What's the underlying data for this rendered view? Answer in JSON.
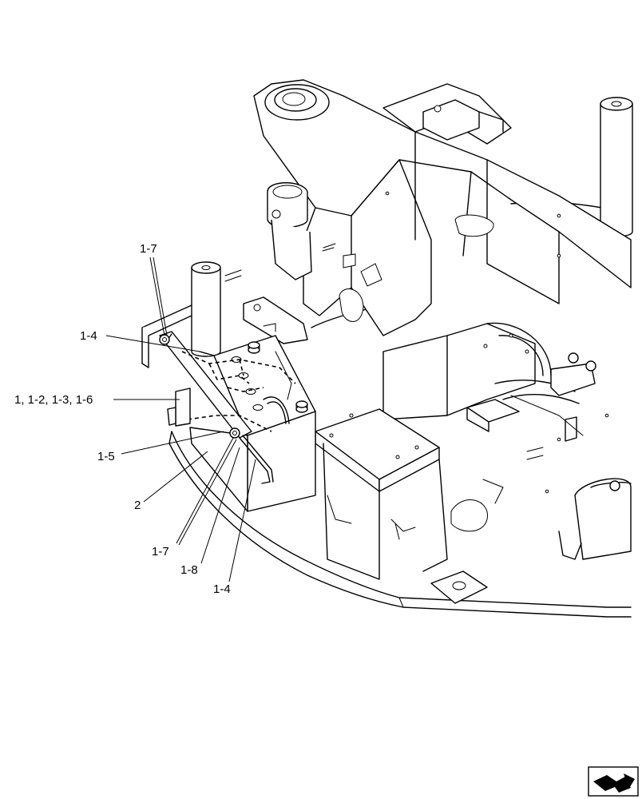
{
  "callouts": {
    "c_1_7_top": "1-7",
    "c_1_4_top": "1-4",
    "c_group": "1, 1-2, 1-3, 1-6",
    "c_1_5": "1-5",
    "c_2": "2",
    "c_1_7_bottom": "1-7",
    "c_1_8": "1-8",
    "c_1_4_bottom": "1-4"
  },
  "nav_icon": "next-page-arrow-icon"
}
